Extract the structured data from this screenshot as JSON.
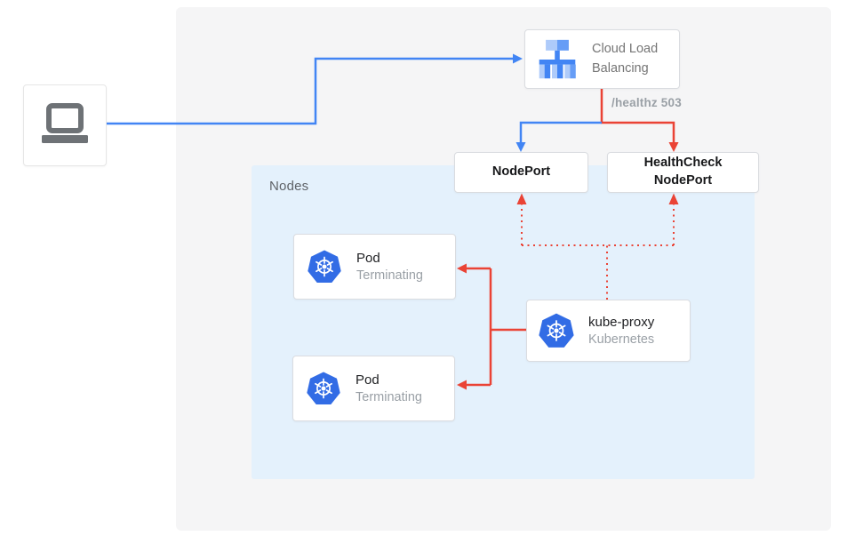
{
  "colors": {
    "panel_background": "#f5f5f6",
    "nodes_background": "#e4f1fc",
    "blue_connector": "#4285f4",
    "red_connector": "#ea4335",
    "kubernetes_blue": "#326ce5",
    "clb_icon_blue": "#4285f4",
    "clb_icon_light_blue": "#aecbfa",
    "laptop_icon_gray": "#6e7276",
    "title_text": "#202124",
    "secondary_text": "#9aa0a6"
  },
  "diagram": {
    "cloud_load_balancing": {
      "title": "Cloud Load Balancing"
    },
    "healthz_label": "/healthz 503",
    "nodes_group": {
      "label": "Nodes"
    },
    "node_port": {
      "label": "NodePort"
    },
    "healthcheck_node_port": {
      "label": "HealthCheck NodePort"
    },
    "pods": [
      {
        "title": "Pod",
        "status": "Terminating"
      },
      {
        "title": "Pod",
        "status": "Terminating"
      }
    ],
    "kube_proxy": {
      "title": "kube-proxy",
      "subtitle": "Kubernetes"
    }
  }
}
